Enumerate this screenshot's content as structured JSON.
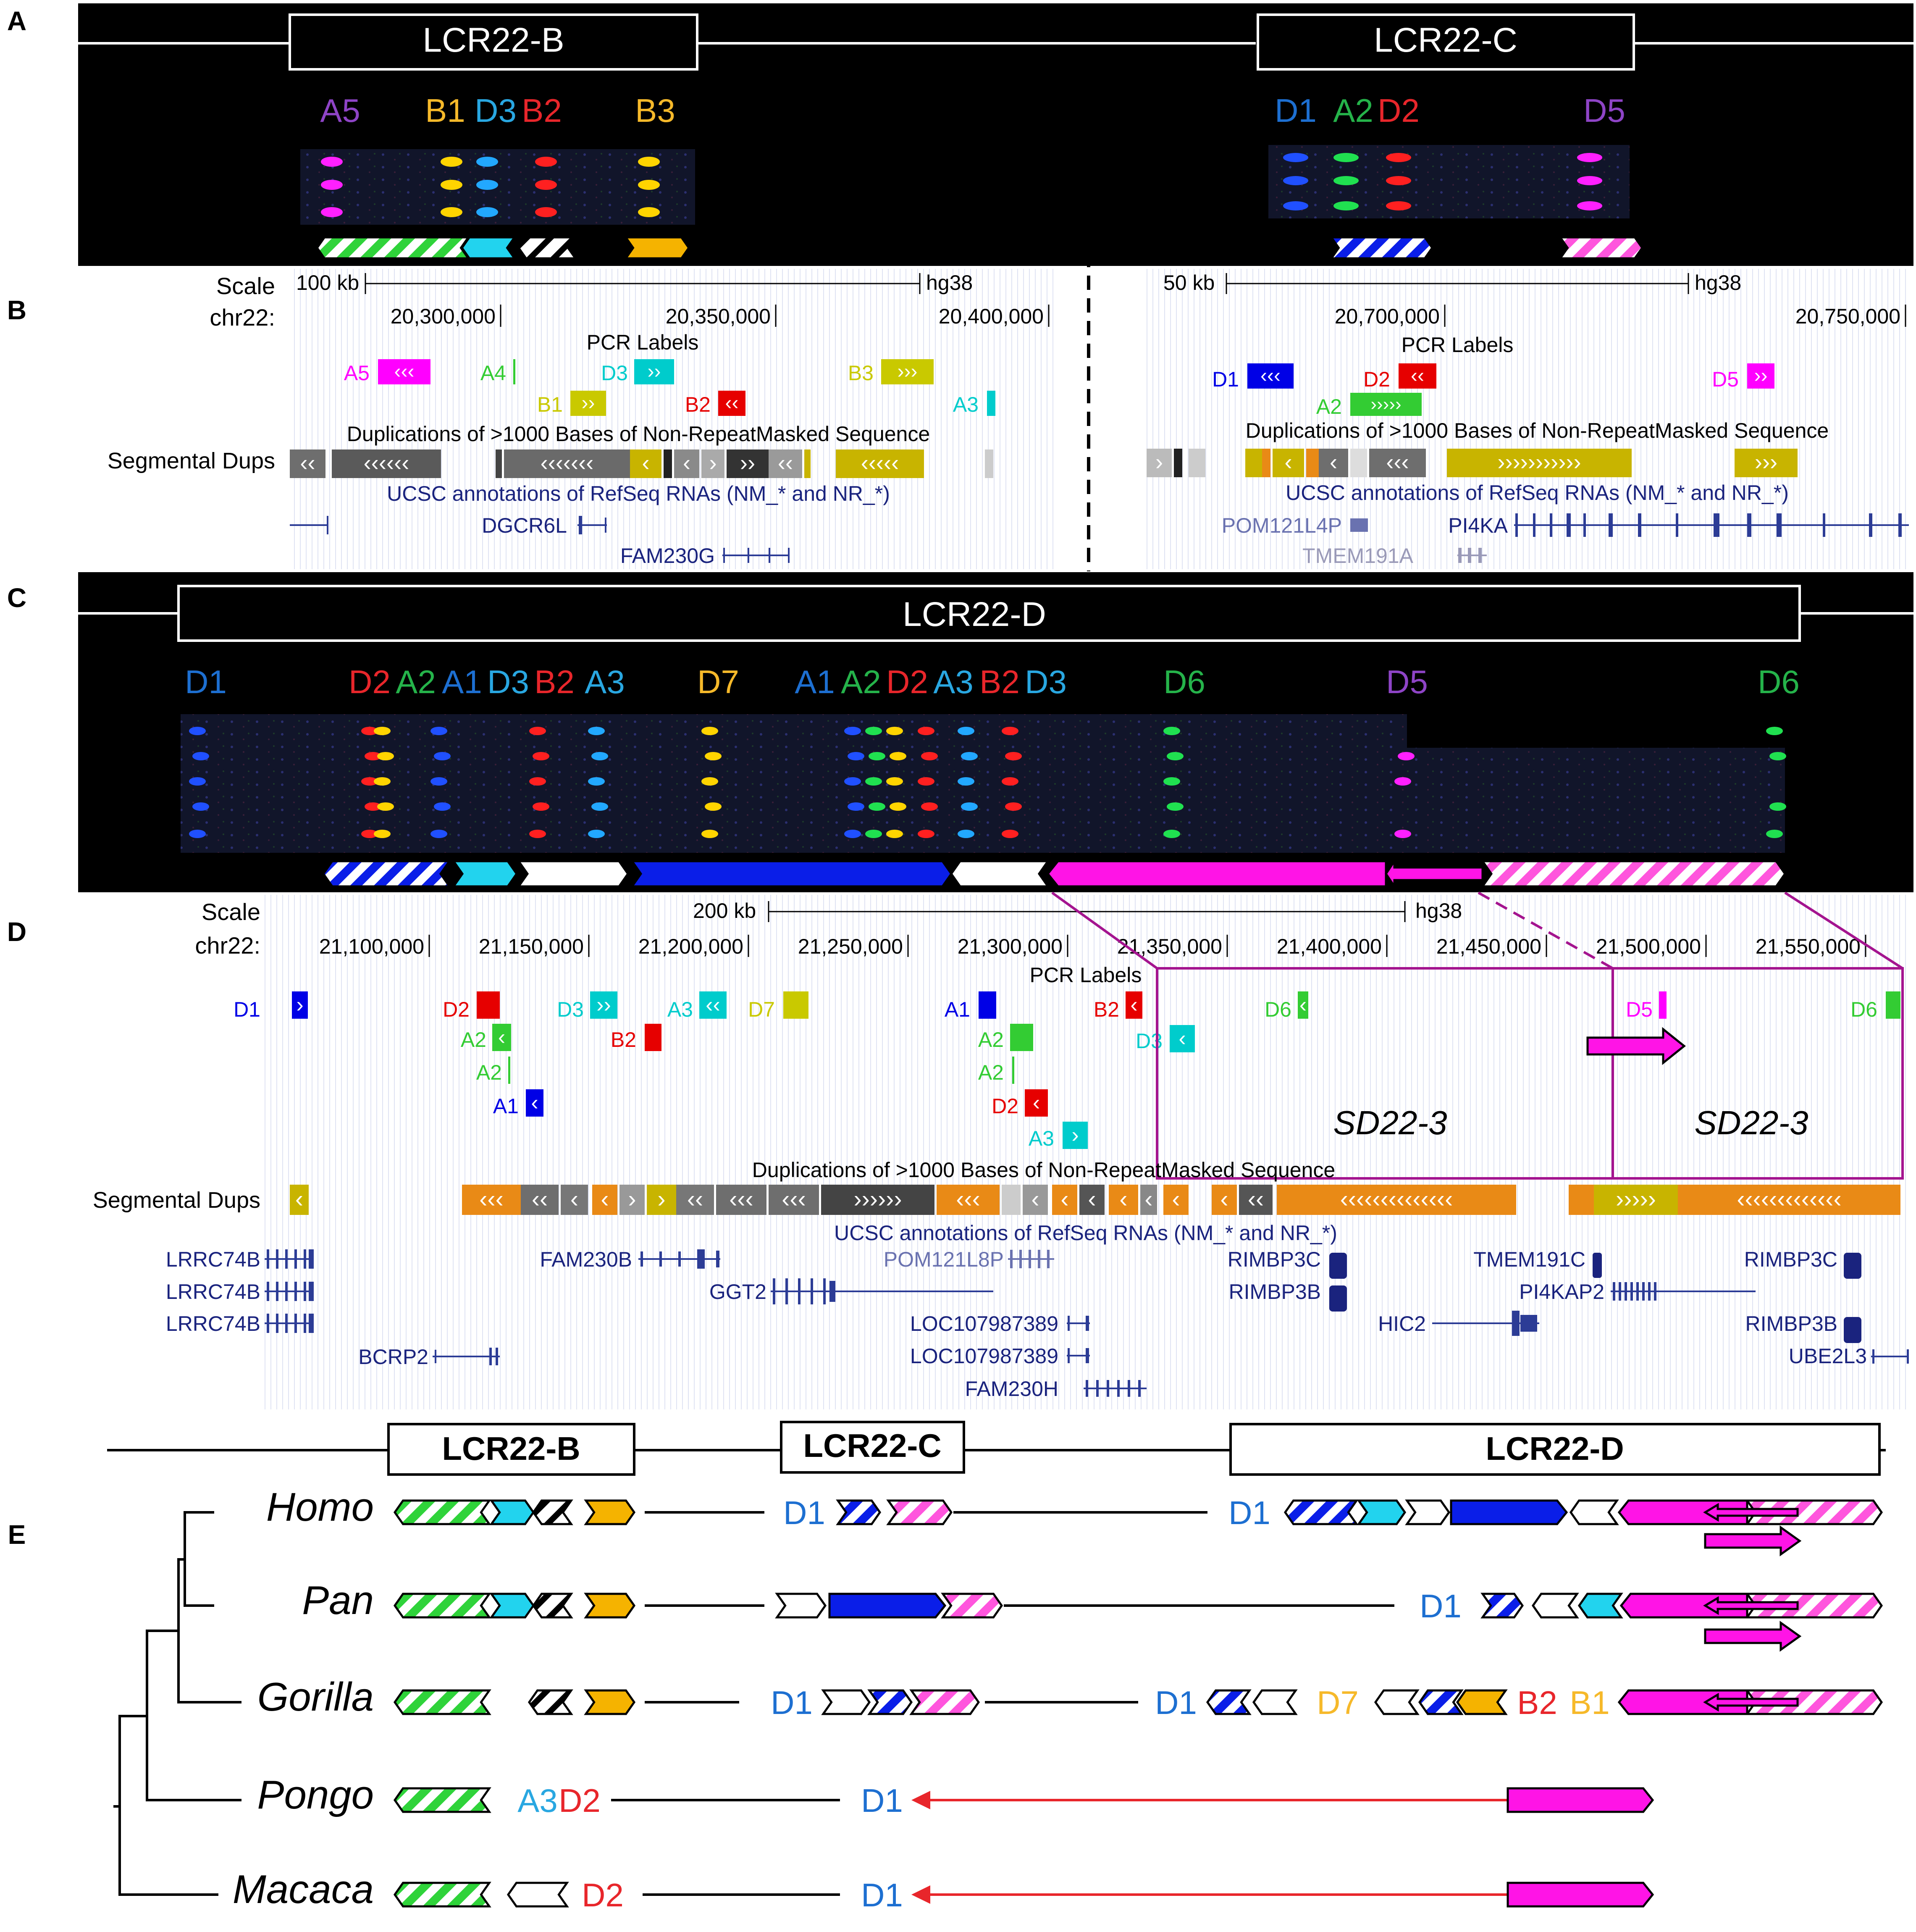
{
  "panel_letters": [
    "A",
    "B",
    "C",
    "D",
    "E"
  ],
  "panelA": {
    "box_left": "LCR22-B",
    "box_right": "LCR22-C",
    "probe_labels_left": [
      {
        "t": "A5",
        "c": "#8e44c6"
      },
      {
        "t": "B1",
        "c": "#f6b92a"
      },
      {
        "t": "D3",
        "c": "#29a7e1"
      },
      {
        "t": "B2",
        "c": "#e8262b"
      },
      {
        "t": "B3",
        "c": "#f6b92a"
      }
    ],
    "probe_labels_right": [
      {
        "t": "D1",
        "c": "#1d6fd1"
      },
      {
        "t": "A2",
        "c": "#25b34a"
      },
      {
        "t": "D2",
        "c": "#e8262b"
      },
      {
        "t": "D5",
        "c": "#8e44c6"
      }
    ]
  },
  "panelB": {
    "left": {
      "scale_label": "Scale",
      "chr_label": "chr22:",
      "scale_value": "100 kb",
      "assembly": "hg38",
      "ticks": [
        "20,300,000",
        "20,350,000",
        "20,400,000"
      ],
      "pcr_title": "PCR Labels",
      "pcr": [
        {
          "t": "A5",
          "c": "#ff00ff"
        },
        {
          "t": "A4",
          "c": "#33cc33"
        },
        {
          "t": "D3",
          "c": "#00cccc"
        },
        {
          "t": "B3",
          "c": "#c9c900"
        },
        {
          "t": "B1",
          "c": "#c9c900"
        },
        {
          "t": "B2",
          "c": "#e60000"
        },
        {
          "t": "A3",
          "c": "#00cccc"
        }
      ],
      "segdup_title": "Duplications of >1000 Bases of Non-RepeatMasked Sequence",
      "segdup_label": "Segmental Dups",
      "refseq_title": "UCSC annotations of RefSeq RNAs (NM_* and NR_*)",
      "genes": [
        "DGCR6L",
        "FAM230G"
      ]
    },
    "right": {
      "scale_value": "50 kb",
      "assembly": "hg38",
      "ticks": [
        "20,700,000",
        "20,750,000"
      ],
      "pcr_title": "PCR Labels",
      "pcr": [
        {
          "t": "D1",
          "c": "#0000e6"
        },
        {
          "t": "D2",
          "c": "#e60000"
        },
        {
          "t": "D5",
          "c": "#ff00ff"
        },
        {
          "t": "A2",
          "c": "#33cc33"
        }
      ],
      "segdup_title": "Duplications of >1000 Bases of Non-RepeatMasked Sequence",
      "refseq_title": "UCSC annotations of RefSeq RNAs (NM_* and NR_*)",
      "genes": [
        "POM121L4P",
        "PI4KA",
        "TMEM191A"
      ]
    }
  },
  "panelC": {
    "box": "LCR22-D",
    "probe_labels": [
      {
        "t": "D1",
        "c": "#1d6fd1"
      },
      {
        "t": "D2",
        "c": "#e8262b"
      },
      {
        "t": "A2",
        "c": "#25b34a"
      },
      {
        "t": "A1",
        "c": "#1d6fd1"
      },
      {
        "t": "D3",
        "c": "#29a7e1"
      },
      {
        "t": "B2",
        "c": "#e8262b"
      },
      {
        "t": "A3",
        "c": "#29a7e1"
      },
      {
        "t": "D7",
        "c": "#f6b92a"
      },
      {
        "t": "A1",
        "c": "#1d6fd1"
      },
      {
        "t": "A2",
        "c": "#25b34a"
      },
      {
        "t": "D2",
        "c": "#e8262b"
      },
      {
        "t": "A3",
        "c": "#29a7e1"
      },
      {
        "t": "B2",
        "c": "#e8262b"
      },
      {
        "t": "D3",
        "c": "#29a7e1"
      },
      {
        "t": "D6",
        "c": "#25b34a"
      },
      {
        "t": "D5",
        "c": "#8e44c6"
      },
      {
        "t": "D6",
        "c": "#25b34a"
      }
    ]
  },
  "panelD": {
    "scale_label": "Scale",
    "chr_label": "chr22:",
    "scale_value": "200 kb",
    "assembly": "hg38",
    "ticks": [
      "21,100,000",
      "21,150,000",
      "21,200,000",
      "21,250,000",
      "21,300,000",
      "21,350,000",
      "21,400,000",
      "21,450,000",
      "21,500,000",
      "21,550,000"
    ],
    "pcr_title": "PCR Labels",
    "pcr": [
      {
        "t": "D1",
        "c": "#0000e6"
      },
      {
        "t": "D2",
        "c": "#e60000"
      },
      {
        "t": "A2",
        "c": "#33cc33"
      },
      {
        "t": "A2",
        "c": "#33cc33"
      },
      {
        "t": "A1",
        "c": "#0000e6"
      },
      {
        "t": "D3",
        "c": "#00cccc"
      },
      {
        "t": "B2",
        "c": "#e60000"
      },
      {
        "t": "A3",
        "c": "#00cccc"
      },
      {
        "t": "D7",
        "c": "#c9c900"
      },
      {
        "t": "A1",
        "c": "#0000e6"
      },
      {
        "t": "A2",
        "c": "#33cc33"
      },
      {
        "t": "A2",
        "c": "#33cc33"
      },
      {
        "t": "D2",
        "c": "#e60000"
      },
      {
        "t": "A3",
        "c": "#00cccc"
      },
      {
        "t": "B2",
        "c": "#e60000"
      },
      {
        "t": "D3",
        "c": "#00cccc"
      },
      {
        "t": "D6",
        "c": "#33cc33"
      },
      {
        "t": "D5",
        "c": "#ff00ff"
      },
      {
        "t": "D6",
        "c": "#33cc33"
      }
    ],
    "sd_label": "SD22-3",
    "segdup_title": "Duplications of >1000 Bases of Non-RepeatMasked Sequence",
    "segdup_label": "Segmental Dups",
    "refseq_title": "UCSC annotations of RefSeq RNAs (NM_* and NR_*)",
    "genes": [
      "LRRC74B",
      "LRRC74B",
      "LRRC74B",
      "BCRP2",
      "FAM230B",
      "GGT2",
      "POM121L8P",
      "LOC107987389",
      "LOC107987389",
      "FAM230H",
      "RIMBP3C",
      "RIMBP3B",
      "HIC2",
      "TMEM191C",
      "PI4KAP2",
      "RIMBP3C",
      "RIMBP3B",
      "UBE2L3"
    ]
  },
  "panelE": {
    "header_boxes": [
      "LCR22-B",
      "LCR22-C",
      "LCR22-D"
    ],
    "species": [
      "Homo",
      "Pan",
      "Gorilla",
      "Pongo",
      "Macaca"
    ],
    "labels": {
      "D1": {
        "t": "D1",
        "c": "#1d6fd1"
      },
      "D7": {
        "t": "D7",
        "c": "#f6b92a"
      },
      "B2": {
        "t": "B2",
        "c": "#e8262b"
      },
      "B1": {
        "t": "B1",
        "c": "#f6b92a"
      },
      "A3": {
        "t": "A3",
        "c": "#29a7e1"
      },
      "D2": {
        "t": "D2",
        "c": "#e8262b"
      }
    }
  },
  "colors": {
    "green": "#2fd33a",
    "cyan": "#22d3ee",
    "orange": "#f5b300",
    "blue": "#0a1ee8",
    "magenta": "#ff14e6",
    "pink": "#ff55dd",
    "segdup_gray": "#6e6e6e",
    "segdup_orange": "#e98a16",
    "segdup_olive": "#c8b400"
  }
}
